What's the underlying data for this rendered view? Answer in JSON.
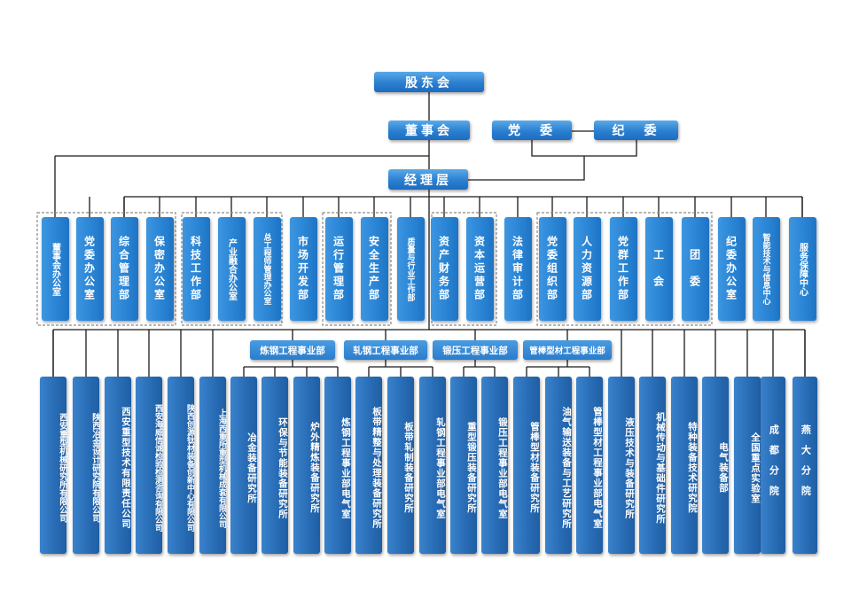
{
  "top": {
    "shareholders": "股东会",
    "board": "董事会",
    "party": "党　委",
    "discipline": "纪　委",
    "management": "经理层"
  },
  "departments": [
    "董事会办公室",
    "党委办公室",
    "综合管理部",
    "保密办公室",
    "科技工作部",
    "产业融合办公室",
    "总工程师管理办公室",
    "市场开发部",
    "运行管理部",
    "安全生产部",
    "质量与行业工作部",
    "资产财务部",
    "资本运营部",
    "法律审计部",
    "党委组织部",
    "人力资源部",
    "党群工作部",
    "工　会",
    "团　委",
    "纪委办公室",
    "智能技术与信息中心",
    "服务保障中心"
  ],
  "business_units": [
    "炼钢工程事业部",
    "轧钢工程事业部",
    "锻压工程事业部",
    "管棒型材工程事业部"
  ],
  "subsidiaries": [
    "西安重型机械研究所有限公司",
    "陕西冶金设计研究院有限公司",
    "西安重型技术有限责任公司",
    "西安海威信诚检验检测咨询有限公司",
    "陕西创源钛材装备创新中心有限公司",
    "上海西重所重型机械成套有限公司",
    "冶金装备研究所",
    "环保与节能装备研究所",
    "炉外精炼装备研究所",
    "炼钢工程事业部电气室",
    "板带精整与处理装备研究所",
    "板带轧制装备研究所",
    "轧钢工程事业部电气室",
    "重型锻压装备研究所",
    "锻压工程事业部电气室",
    "管棒型材装备研究所",
    "油气输送装备与工艺研究所",
    "管棒型材工程事业部电气室",
    "液压技术与装备研究所",
    "机械传动与基础件研究所",
    "特种装备技术研究院",
    "电气装备部",
    "全国重点实验室",
    "成都分院",
    "燕大分院"
  ]
}
